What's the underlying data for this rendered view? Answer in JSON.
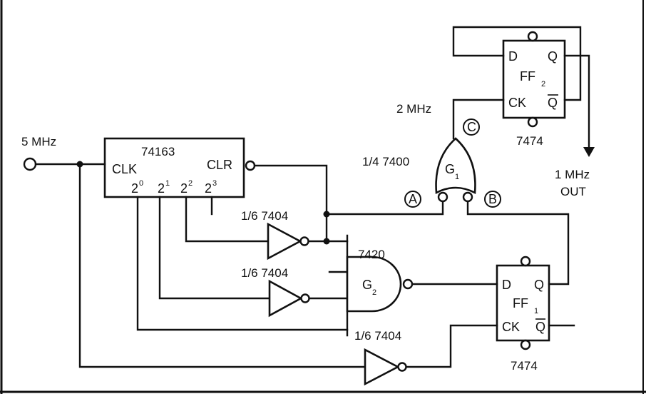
{
  "input": {
    "label": "5 MHz"
  },
  "counter": {
    "part": "74163",
    "clk": "CLK",
    "clr": "CLR",
    "bit_base": "2",
    "bits": [
      "0",
      "1",
      "2",
      "3"
    ]
  },
  "inverters": {
    "inv1": "1/6 7404",
    "inv2": "1/6 7404",
    "inv3": "1/6 7404"
  },
  "gate_g1": {
    "part": "1/4 7400",
    "name": "G",
    "sub": "1"
  },
  "gate_g2": {
    "part": "7420",
    "name": "G",
    "sub": "2"
  },
  "ff1": {
    "name": "FF",
    "sub": "1",
    "d": "D",
    "q": "Q",
    "ck": "CK",
    "qbar": "Q",
    "part": "7474"
  },
  "ff2": {
    "name": "FF",
    "sub": "2",
    "d": "D",
    "q": "Q",
    "ck": "CK",
    "qbar": "Q",
    "part": "7474"
  },
  "nodes": {
    "a": "A",
    "b": "B",
    "c": "C"
  },
  "signals": {
    "freq_2mhz": "2 MHz",
    "out_freq": "1 MHz",
    "out_label": "OUT"
  }
}
